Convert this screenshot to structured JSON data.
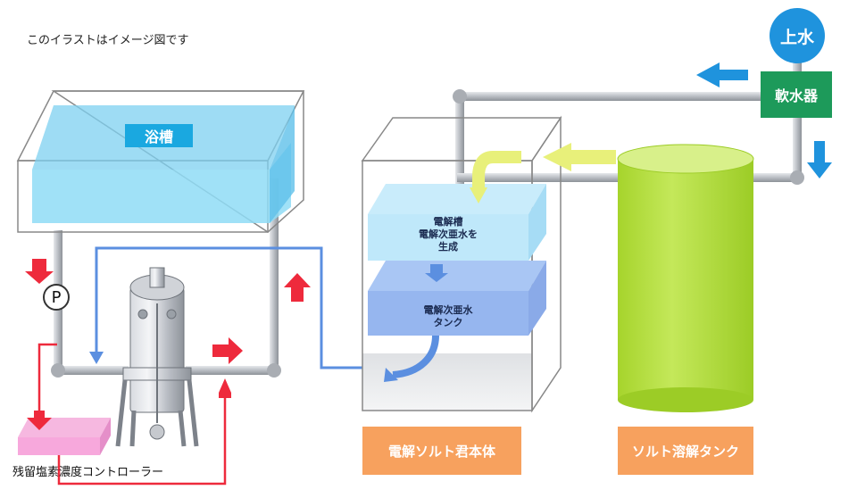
{
  "diagram": {
    "note": "このイラストはイメージ図です",
    "bathtub_label": "浴槽",
    "softener_label": "軟水器",
    "water_supply_label": "上水",
    "pump_label": "P",
    "main_unit_label": "電解ソルト君本体",
    "salt_tank_label": "ソルト溶解タンク",
    "controller_label": "残留塩素濃度コントローラー",
    "electrolysis_cell_lines": [
      "電解槽",
      "電解次亜水を",
      "生成"
    ],
    "hypochlorite_tank_lines": [
      "電解次亜水",
      "タンク"
    ]
  },
  "colors": {
    "pipe": "#b8bcc2",
    "pipe_dark": "#8a8f96",
    "flow_red": "#ee2a3c",
    "flow_blue": "#5b8fe0",
    "flow_cyan": "#1f93dd",
    "flow_yellow": "#e8f07a",
    "water_light": "#8fdcf6",
    "salt_green": "#b5e03a",
    "controller_pink": "#f7a8dc",
    "label_orange": "#f7a15e",
    "softener_green": "#1d9a5a",
    "bath_label_blue": "#1aa8e0"
  }
}
